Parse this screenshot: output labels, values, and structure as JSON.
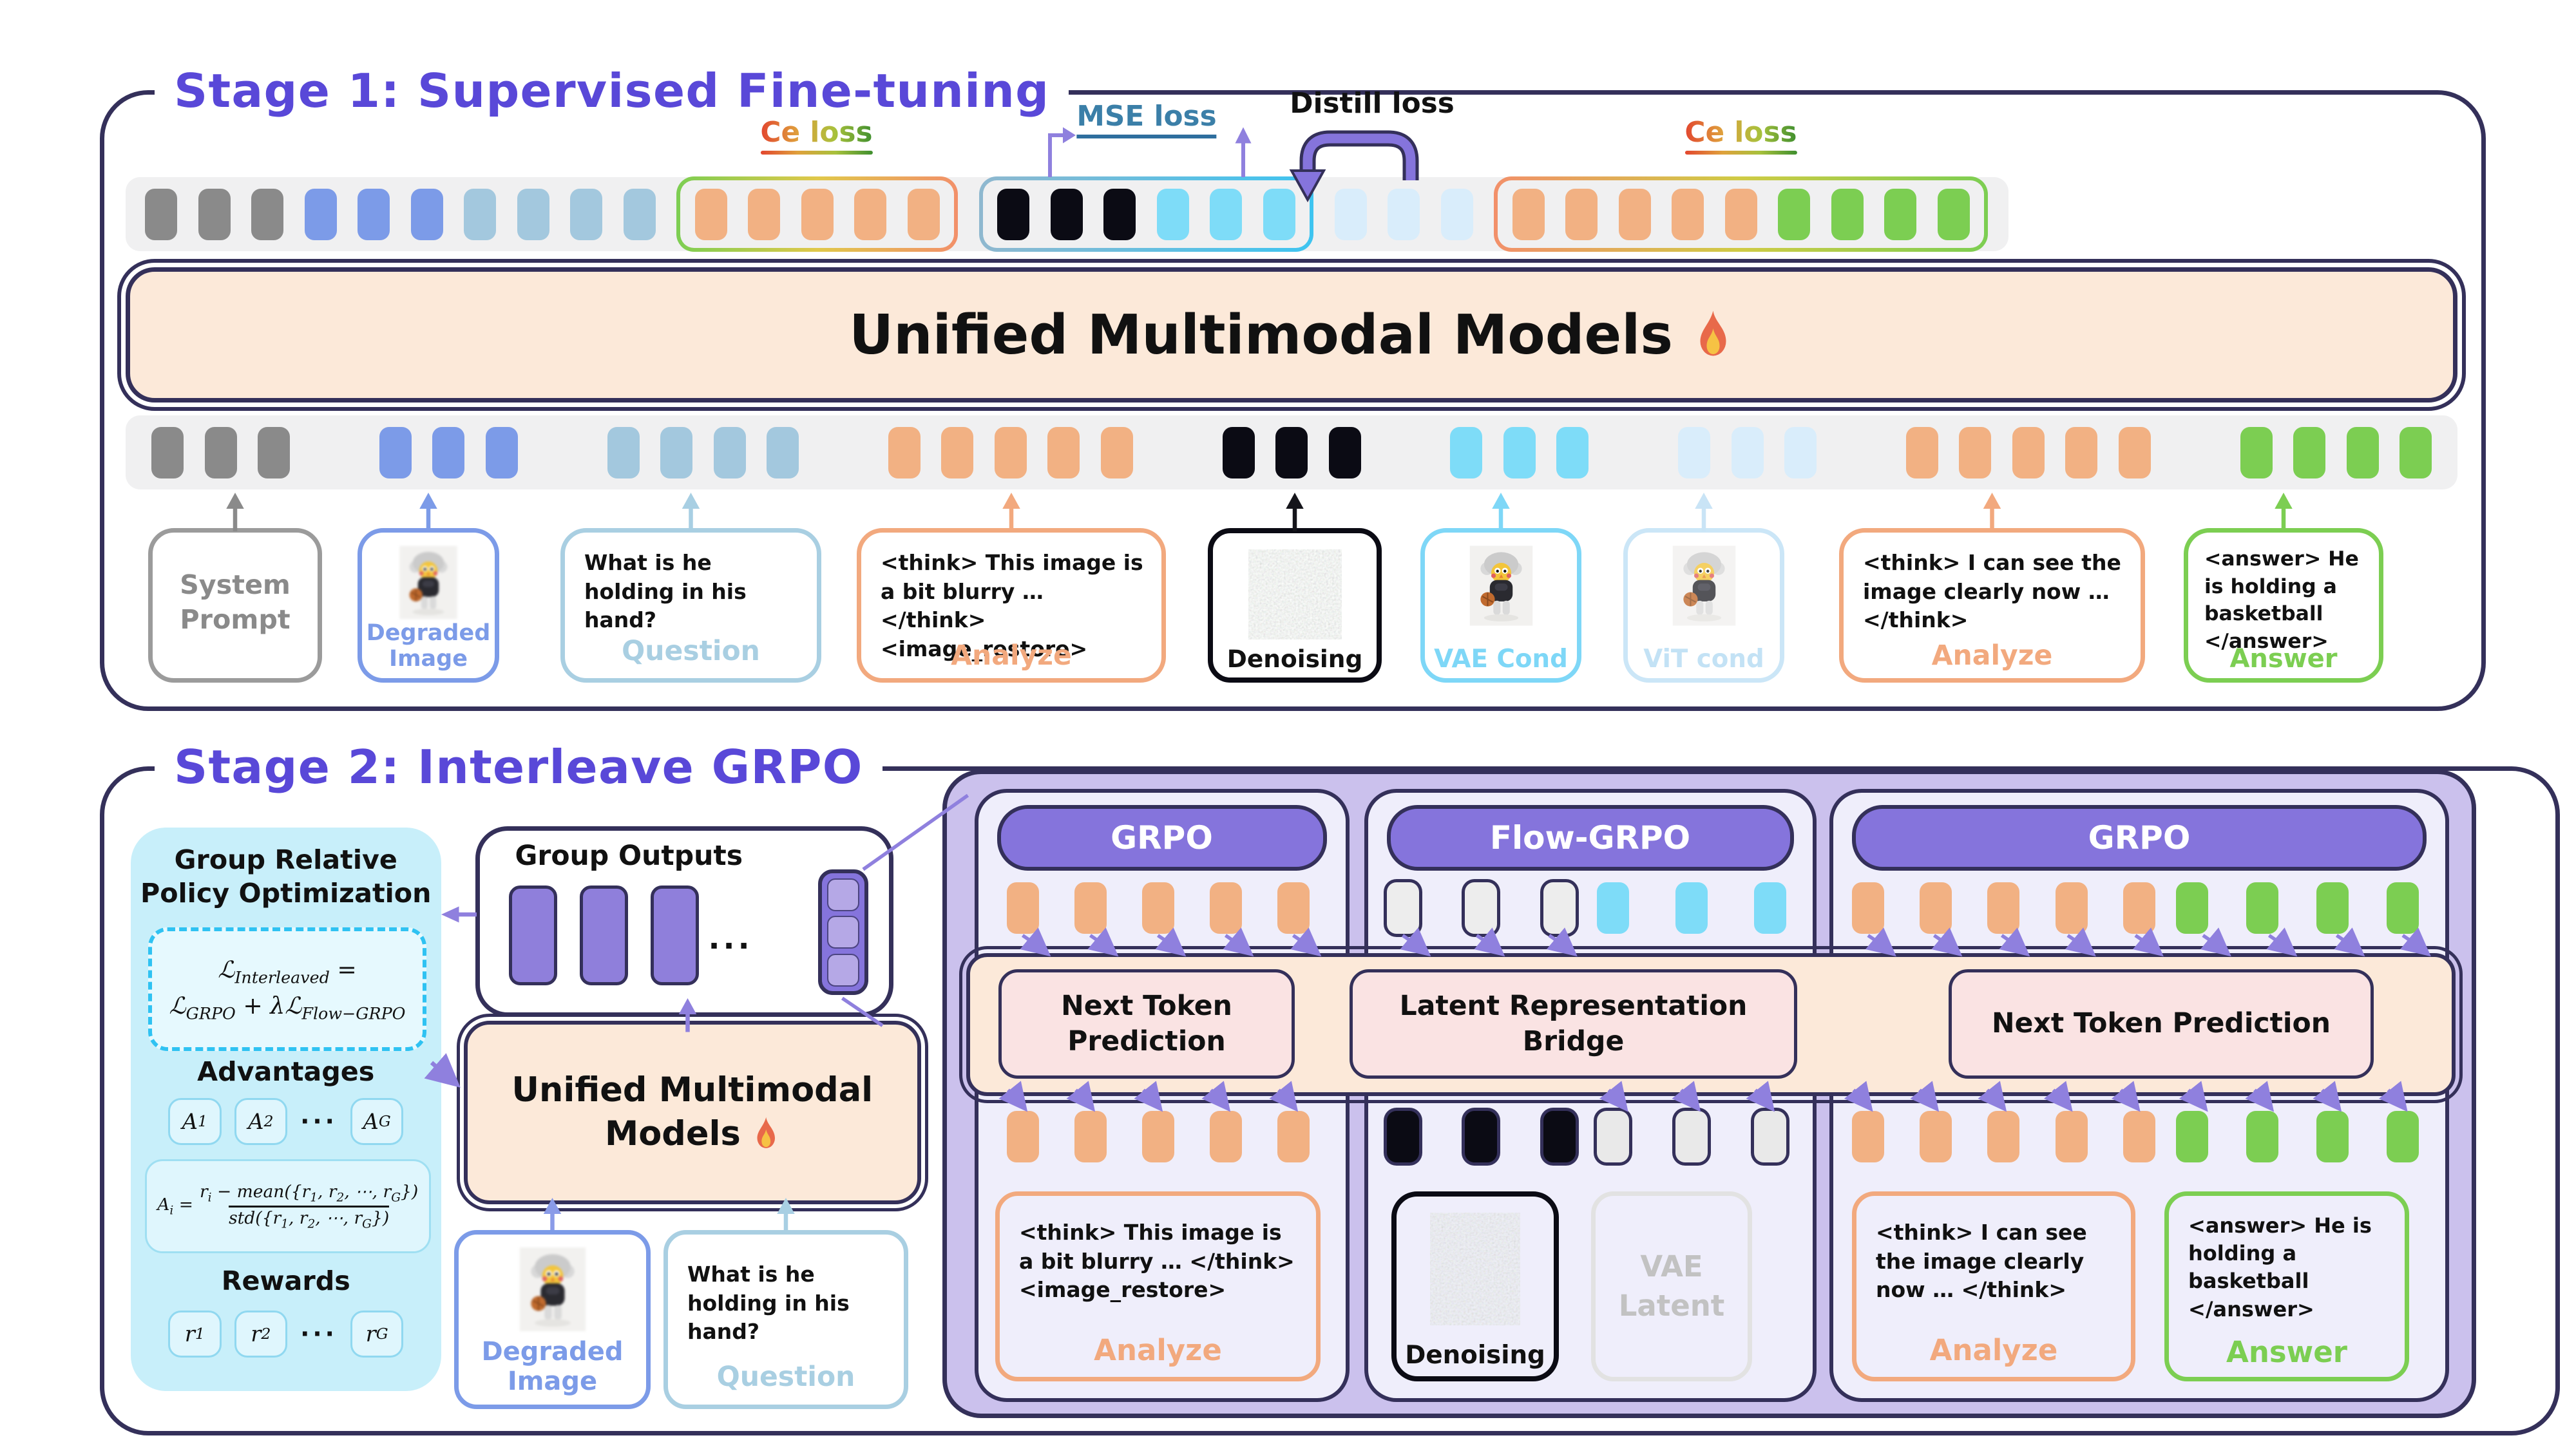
{
  "stage1": {
    "title": "Stage 1: Supervised Fine-tuning",
    "loss_ce_left": "Ce loss",
    "loss_mse": "MSE loss",
    "loss_distill": "Distill loss",
    "loss_ce_right": "Ce loss",
    "banner": "Unified Multimodal Models",
    "boxes": {
      "system_prompt_line1": "System",
      "system_prompt_line2": "Prompt",
      "degraded_image": "Degraded Image",
      "question_text": "What is he holding in his hand?",
      "question_label": "Question",
      "analyze1_line1": "<think> This image is a bit blurry … </think>",
      "analyze1_line2": "<image_restore>",
      "analyze1_label": "Analyze",
      "denoising_label": "Denoising",
      "vae_cond_label": "VAE Cond",
      "vit_cond_label": "ViT cond",
      "analyze2_text": "<think> I can see the image clearly now … </think>",
      "analyze2_label": "Analyze",
      "answer_text": "<answer> He is holding a basketball </answer>",
      "answer_label": "Answer"
    },
    "tokens": {
      "top_pre": [
        {
          "c": "#8A8A8A",
          "n": 3
        },
        {
          "c": "#7C9BE8",
          "n": 3
        },
        {
          "c": "#A3C8DE",
          "n": 4
        }
      ],
      "top_ce1": [
        {
          "c": "#F2B183",
          "n": 5
        }
      ],
      "top_mse": [
        {
          "c": "#0B0B14",
          "n": 3
        },
        {
          "c": "#7EDCF8",
          "n": 3
        }
      ],
      "top_pale": [
        {
          "c": "#D9EDFB",
          "n": 3
        }
      ],
      "top_ce2": [
        {
          "c": "#F2B183",
          "n": 5
        },
        {
          "c": "#7CCE52",
          "n": 4
        }
      ],
      "bottom": [
        {
          "c": "#8A8A8A",
          "n": 3
        },
        {
          "c": "#7C9BE8",
          "n": 3
        },
        {
          "c": "#A3C8DE",
          "n": 4
        },
        {
          "c": "#F2B183",
          "n": 5
        },
        {
          "c": "#0B0B14",
          "n": 3
        },
        {
          "c": "#7EDCF8",
          "n": 3
        },
        {
          "c": "#D9EDFB",
          "n": 3
        },
        {
          "c": "#F2B183",
          "n": 5
        },
        {
          "c": "#7CCE52",
          "n": 4
        }
      ]
    }
  },
  "stage2": {
    "title": "Stage 2: Interleave GRPO",
    "gro_panel": {
      "title_line1": "Group Relative",
      "title_line2": "Policy Optimization",
      "loss_line1": "ℒ_{Interleaved} =",
      "loss_line2": "ℒ_{GRPO} + λℒ_{Flow−GRPO}",
      "advantages_label": "Advantages",
      "adv_items": [
        "A_{1}",
        "A_{2}",
        "···",
        "A_{G}"
      ],
      "adv_formula_lhs": "A_{i} =",
      "adv_formula_num": "r_{i} − mean({r_{1}, r_{2}, ⋯, r_{G}})",
      "adv_formula_den": "std({r_{1}, r_{2}, ⋯, r_{G}})",
      "rewards_label": "Rewards",
      "reward_items": [
        "r_{1}",
        "r_{2}",
        "···",
        "r_{G}"
      ]
    },
    "group_outputs": {
      "title": "Group Outputs",
      "ellipsis": "...",
      "bars": 3,
      "segments": 3
    },
    "umm": {
      "line1": "Unified Multimodal",
      "line2": "Models"
    },
    "degraded_image": "Degraded Image",
    "question_text": "What is he holding in his hand?",
    "question_label": "Question",
    "panels": [
      {
        "header": "GRPO",
        "band": "Next Token Prediction",
        "analyze_line1": "<think> This image is a bit blurry … </think>",
        "analyze_line2": "<image_restore>",
        "analyze_label": "Analyze"
      },
      {
        "header": "Flow-GRPO",
        "band": "Latent Representation Bridge",
        "denoising_label": "Denoising",
        "vae_line1": "VAE",
        "vae_line2": "Latent"
      },
      {
        "header": "GRPO",
        "band": "Next Token Prediction",
        "analyze_text": "<think> I can see the image clearly now … </think>",
        "analyze_label": "Analyze",
        "answer_text": "<answer> He is holding a basketball </answer>",
        "answer_label": "Answer"
      }
    ],
    "tokens": {
      "p1_top": [
        {
          "c": "#F2B183",
          "n": 5
        }
      ],
      "p1_bottom": [
        {
          "c": "#F2B183",
          "n": 5
        }
      ],
      "p2_top": [
        {
          "c": "#EDEDED",
          "n": 3,
          "b": "#34305A"
        },
        {
          "c": "#7EDCF8",
          "n": 3
        }
      ],
      "p2_bottom": [
        {
          "c": "#0B0B14",
          "n": 3,
          "b": "#34305A"
        },
        {
          "c": "#E9E9E9",
          "n": 3,
          "b": "#34305A"
        }
      ],
      "p3_top": [
        {
          "c": "#F2B183",
          "n": 5
        },
        {
          "c": "#7CCE52",
          "n": 4
        }
      ],
      "p3_bottom": [
        {
          "c": "#F2B183",
          "n": 5
        },
        {
          "c": "#7CCE52",
          "n": 4
        }
      ]
    }
  },
  "icons": {
    "fire": "flame-icon",
    "robot": "robot-figurine",
    "noise": "noise-image"
  }
}
